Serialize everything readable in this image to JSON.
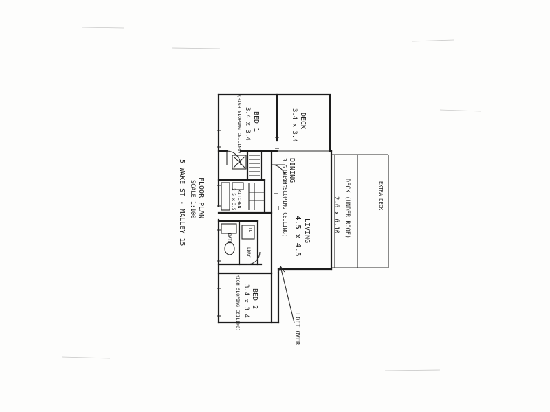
{
  "rooms": {
    "bed1": {
      "name": "BED 1",
      "size": "3.4 x 3.4",
      "note": "(HIGH SLOPING CEILING)"
    },
    "deck_small": {
      "name": "DECK",
      "size": "3.4 x 3.4"
    },
    "dining": {
      "name": "DINING",
      "size": "3.5 x 3.5",
      "note": "(HIGH SLOPING CEILING)"
    },
    "living": {
      "name": "LIVING",
      "size": "4.5 x 4.5"
    },
    "kitchen": {
      "name": "KITCHEN",
      "size": "2.5 x 3.5"
    },
    "bed2": {
      "name": "BED 2",
      "size": "3.4 x 3.4",
      "note": "(HIGH SLOPING CEILING)"
    },
    "deck_large": {
      "name": "DECK (UNDER ROOF)",
      "size": "2.6 x 6.10"
    },
    "extra_deck": {
      "name": "EXTRA DECK"
    },
    "bath": {
      "name": "BATH"
    },
    "wc": {
      "name": "TL"
    },
    "laundry": {
      "name": "LDRY"
    }
  },
  "title": {
    "line1": "FLOOR PLAN",
    "line2": "SCALE 1:100",
    "line3": "5 WAKE ST - MALLEY 15"
  },
  "annotations": {
    "loft": "LOFT OVER"
  }
}
